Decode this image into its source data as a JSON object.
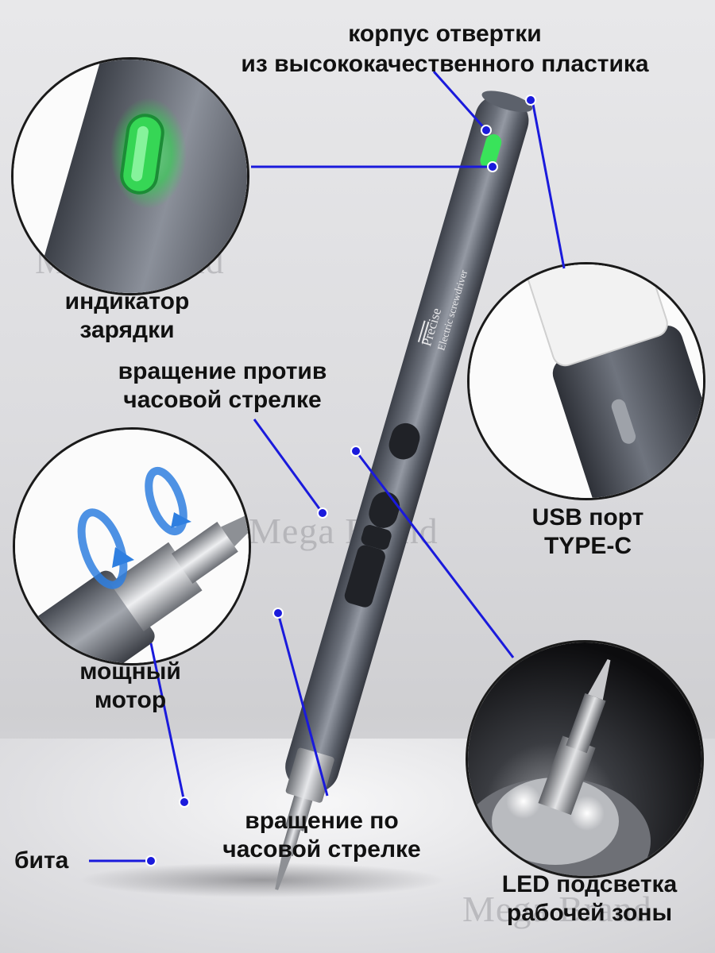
{
  "labels": {
    "housing": "корпус отвертки\nиз высококачественного пластика",
    "charge_indicator": "индикатор\nзарядки",
    "usb_port": "USB порт\nTYPE-C",
    "counterclockwise": "вращение против\nчасовой стрелке",
    "motor": "мощный\nмотор",
    "clockwise": "вращение по\nчасовой стрелке",
    "bit": "бита",
    "led": "LED подсветка\nрабочей зоны"
  },
  "device_text": {
    "brand_line1": "Precise",
    "brand_line2": "Electric screwdriver"
  },
  "watermark": "Mega Brand",
  "colors": {
    "line": "#1a1adc",
    "dot": "#1a1adc",
    "body_dark": "#4a4e57",
    "body_light": "#8a8f99",
    "indicator_green": "#39e35a",
    "arrow_blue": "#2f7fe0"
  }
}
